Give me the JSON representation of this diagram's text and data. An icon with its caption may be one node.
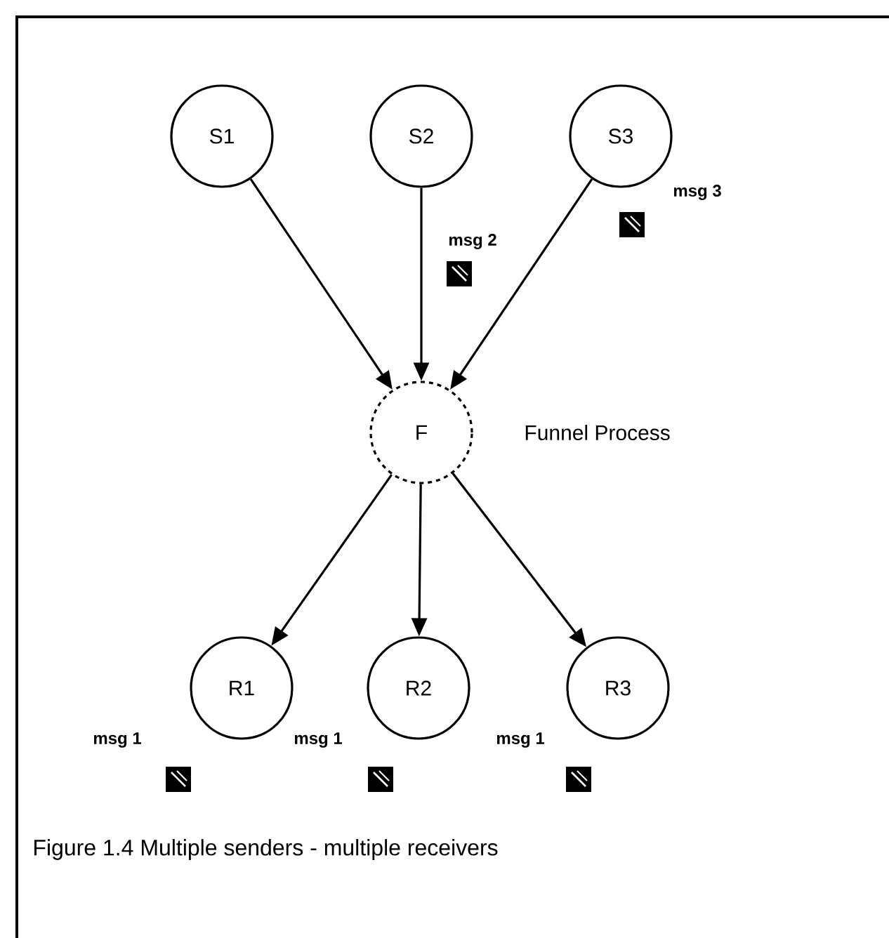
{
  "diagram": {
    "caption": "Figure 1.4 Multiple senders - multiple receivers",
    "nodes": [
      {
        "text": [
          "S1"
        ]
      },
      {
        "text": [
          "S2"
        ]
      },
      {
        "text": [
          "S3"
        ]
      },
      {
        "text": [
          "F"
        ],
        "beside": [
          "Funnel Process"
        ]
      },
      {
        "text": [
          "R1"
        ]
      },
      {
        "text": [
          "R2"
        ]
      },
      {
        "text": [
          "R3"
        ]
      }
    ],
    "edges": [
      {
        "from": 0,
        "to": 3,
        "arrow": "to"
      },
      {
        "from": 1,
        "to": 3,
        "arrow": "to"
      },
      {
        "from": 2,
        "to": 3,
        "arrow": "to"
      },
      {
        "from": 3,
        "to": 4,
        "arrow": "to"
      },
      {
        "from": 3,
        "to": 5,
        "arrow": "to"
      },
      {
        "from": 3,
        "to": 6,
        "arrow": "to"
      }
    ],
    "labels": [
      "msg 2",
      "msg 3",
      "msg 1",
      "msg 1",
      "msg 1"
    ]
  }
}
